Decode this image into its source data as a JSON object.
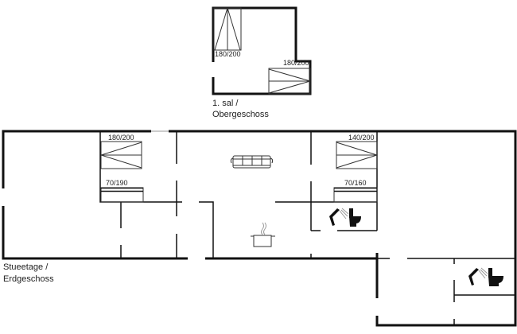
{
  "upper_floor": {
    "caption_line1": "1. sal /",
    "caption_line2": "Obergeschoss",
    "beds": [
      "180/200",
      "180/200"
    ]
  },
  "ground_floor": {
    "caption_line1": "Stueetage /",
    "caption_line2": "Erdgeschoss",
    "beds": [
      "180/200",
      "70/190",
      "140/200",
      "70/160"
    ]
  },
  "icons": [
    "sofa-icon",
    "cooking-pot-icon",
    "shower-icon",
    "toilet-icon"
  ]
}
